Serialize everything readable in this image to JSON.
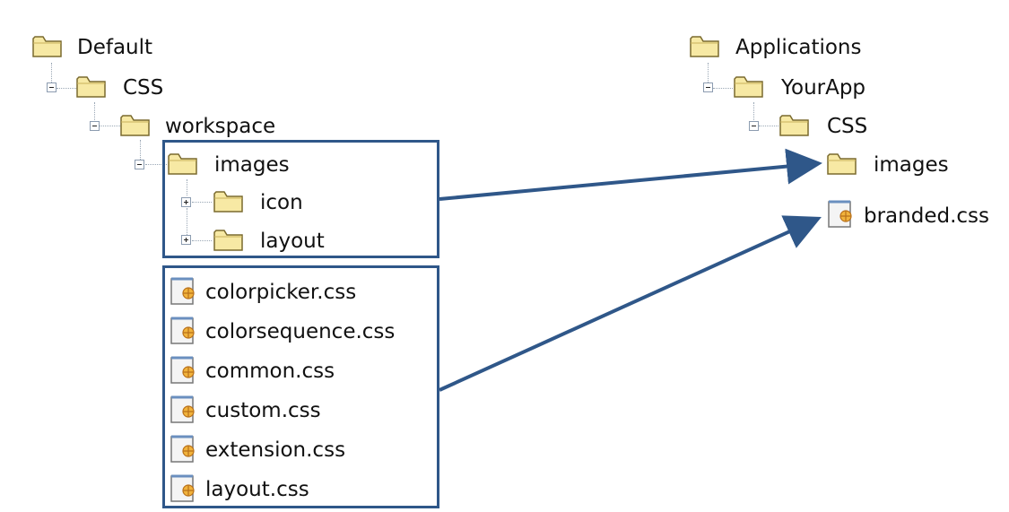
{
  "left_tree": {
    "root": "Default",
    "css": "CSS",
    "workspace": "workspace",
    "images": "images",
    "icon": "icon",
    "layout": "layout",
    "files": [
      "colorpicker.css",
      "colorsequence.css",
      "common.css",
      "custom.css",
      "extension.css",
      "layout.css"
    ]
  },
  "right_tree": {
    "root": "Applications",
    "app": "YourApp",
    "css": "CSS",
    "images": "images",
    "file": "branded.css"
  },
  "colors": {
    "box_border": "#2f5789",
    "arrow": "#2f5789",
    "folder_fill": "#f7e9a4",
    "folder_stroke": "#7a6a2e"
  },
  "icons": {
    "folder": "folder-icon",
    "css_file": "css-file-icon",
    "expand": "plus-expander-icon",
    "collapse": "minus-expander-icon"
  }
}
